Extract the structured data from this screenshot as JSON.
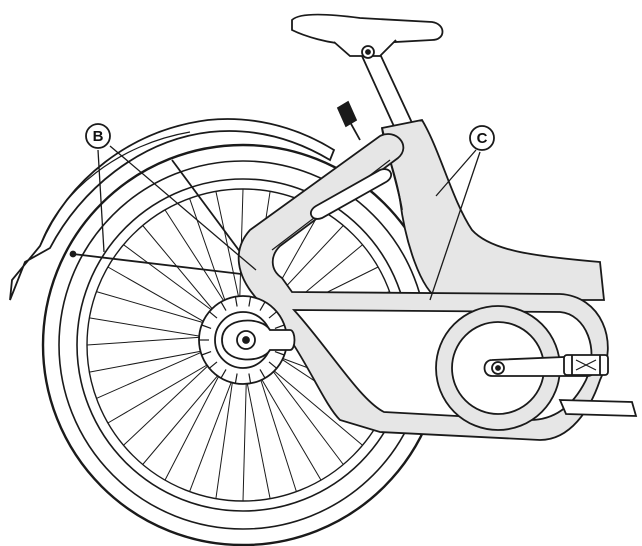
{
  "callouts": [
    {
      "id": "B",
      "label": "B"
    },
    {
      "id": "C",
      "label": "C"
    }
  ],
  "colors": {
    "line": "#1a1a1a",
    "fill_highlight": "#e6e6e6",
    "background": "#ffffff"
  }
}
